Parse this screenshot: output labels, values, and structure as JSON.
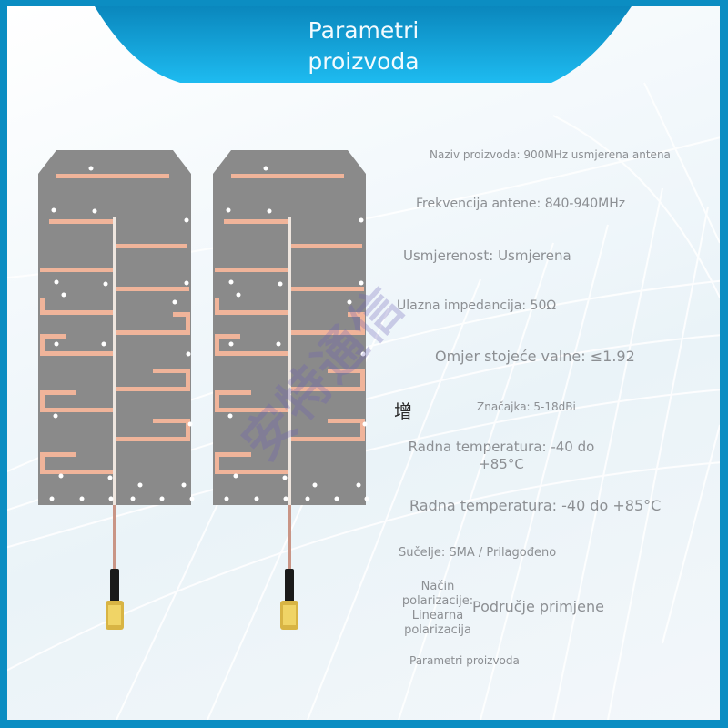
{
  "header": {
    "title_line1": "Parametri",
    "title_line2": "proizvoda"
  },
  "colors": {
    "border": "#0b8dc2",
    "banner_top": "#0a87bd",
    "banner_bottom": "#1db9ef",
    "pcb": "#8a8a8a",
    "trace": "#f0b49a",
    "text": "#8c8f93",
    "watermark": "#6a5fb5"
  },
  "product_images": [
    {
      "name": "antenna-left",
      "connector": "SMA"
    },
    {
      "name": "antenna-right",
      "connector": "SMA"
    }
  ],
  "watermark": {
    "text": "安特通信"
  },
  "specs": {
    "product_name": "Naziv proizvoda: 900MHz usmjerena antena",
    "frequency": "Frekvencija antene: 840-940MHz",
    "directivity": "Usmjerenost: Usmjerena",
    "impedance": "Ulazna impedancija: 50Ω",
    "vswr": "Omjer stojeće valne: ≤1.92",
    "gain_glyph": "增",
    "gain": "Značajka: 5-18dBi",
    "temp_wrapped_line1": "Radna temperatura: -40 do",
    "temp_wrapped_line2": "+85°C",
    "temp": "Radna temperatura: -40 do +85°C",
    "interface": "Sučelje: SMA / Prilagođeno",
    "polarization_line1": "Način",
    "polarization_line2": "polarizacije:",
    "polarization_line3": "Linearna",
    "polarization_line4": "polarizacija",
    "application": "Područje primjene",
    "footer": "Parametri proizvoda"
  }
}
